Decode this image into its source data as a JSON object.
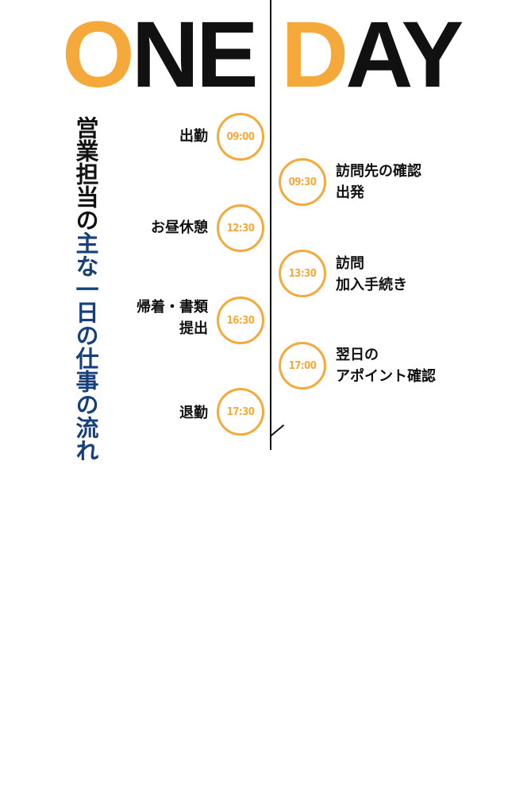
{
  "title": {
    "one_first": "O",
    "one_rest": "NE",
    "day_first": "D",
    "day_rest": "AY"
  },
  "vertical_title": {
    "dark": "営業担当の",
    "blue": "主な一日の仕事の流れ"
  },
  "colors": {
    "accent": "#f5a93b",
    "dark": "#111111",
    "blue": "#17407b"
  },
  "left_schedule": [
    {
      "time": "09:00",
      "line1": "出勤",
      "line2": ""
    },
    {
      "time": "12:30",
      "line1": "お昼休憩",
      "line2": ""
    },
    {
      "time": "16:30",
      "line1": "帰着・書類",
      "line2": "提出"
    },
    {
      "time": "17:30",
      "line1": "退勤",
      "line2": ""
    }
  ],
  "right_schedule": [
    {
      "time": "09:30",
      "line1": "訪問先の確認",
      "line2": "出発"
    },
    {
      "time": "13:30",
      "line1": "訪問",
      "line2": "加入手続き"
    },
    {
      "time": "17:00",
      "line1": "翌日の",
      "line2": "アポイント確認"
    }
  ]
}
